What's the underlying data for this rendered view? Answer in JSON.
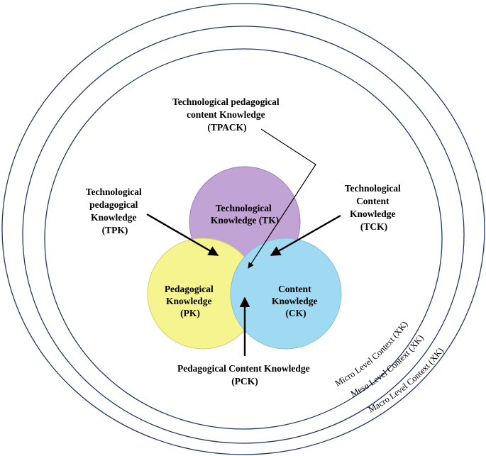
{
  "contexts": {
    "micro": "Micro Level Context (XK)",
    "meso": "Meso Level Context (XK)",
    "macro": "Macro Level Context (XK)"
  },
  "circles": {
    "tk": {
      "lines": [
        "Technological",
        "Knowledge (TK)"
      ],
      "color": "#c2a3d6"
    },
    "pk": {
      "lines": [
        "Pedagogical",
        "Knowledge",
        "(PK)"
      ],
      "color": "#f5f48f"
    },
    "ck": {
      "lines": [
        "Content",
        "Knowledge",
        "(CK)"
      ],
      "color": "#9fd9f2"
    }
  },
  "callouts": {
    "tpack": {
      "lines": [
        "Technological pedagogical",
        "content Knowledge",
        "(TPACK)"
      ]
    },
    "tpk": {
      "lines": [
        "Technological",
        "pedagogical",
        "Knowledge",
        "(TPK)"
      ]
    },
    "tck": {
      "lines": [
        "Technological",
        "Content",
        "Knowledge",
        "(TCK)"
      ]
    },
    "pck": {
      "lines": [
        "Pedagogical Content Knowledge",
        "(PCK)"
      ]
    }
  }
}
